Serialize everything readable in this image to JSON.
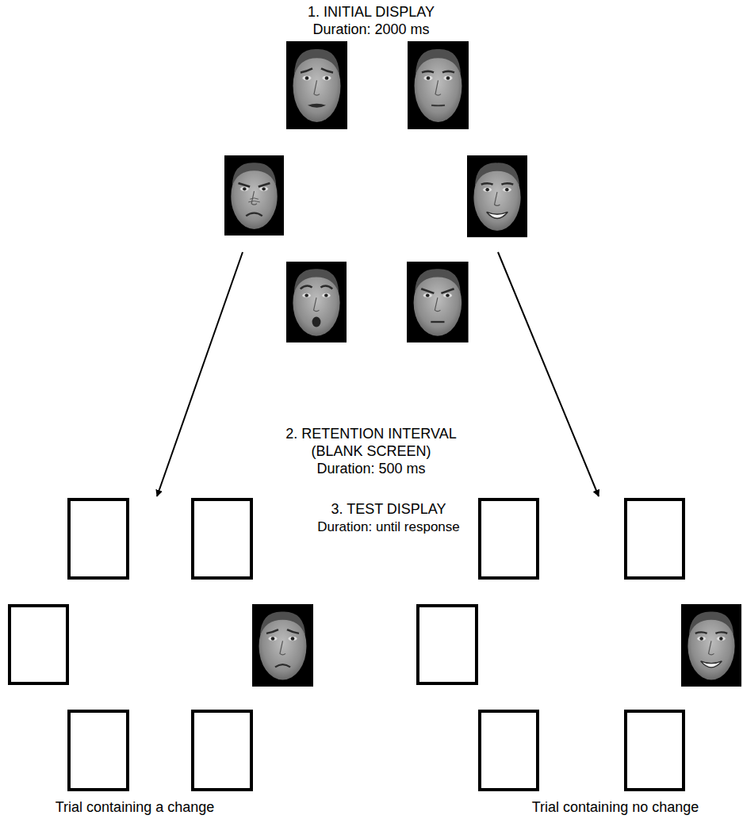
{
  "diagram": {
    "labels": [
      "1. INITIAL DISPLAY",
      "Duration: 2000 ms",
      "2. RETENTION INTERVAL",
      "(BLANK SCREEN)",
      "Duration: 500 ms",
      "3. TEST DISPLAY",
      "Duration: until response",
      "Trial containing a change",
      "Trial containing no change"
    ]
  }
}
